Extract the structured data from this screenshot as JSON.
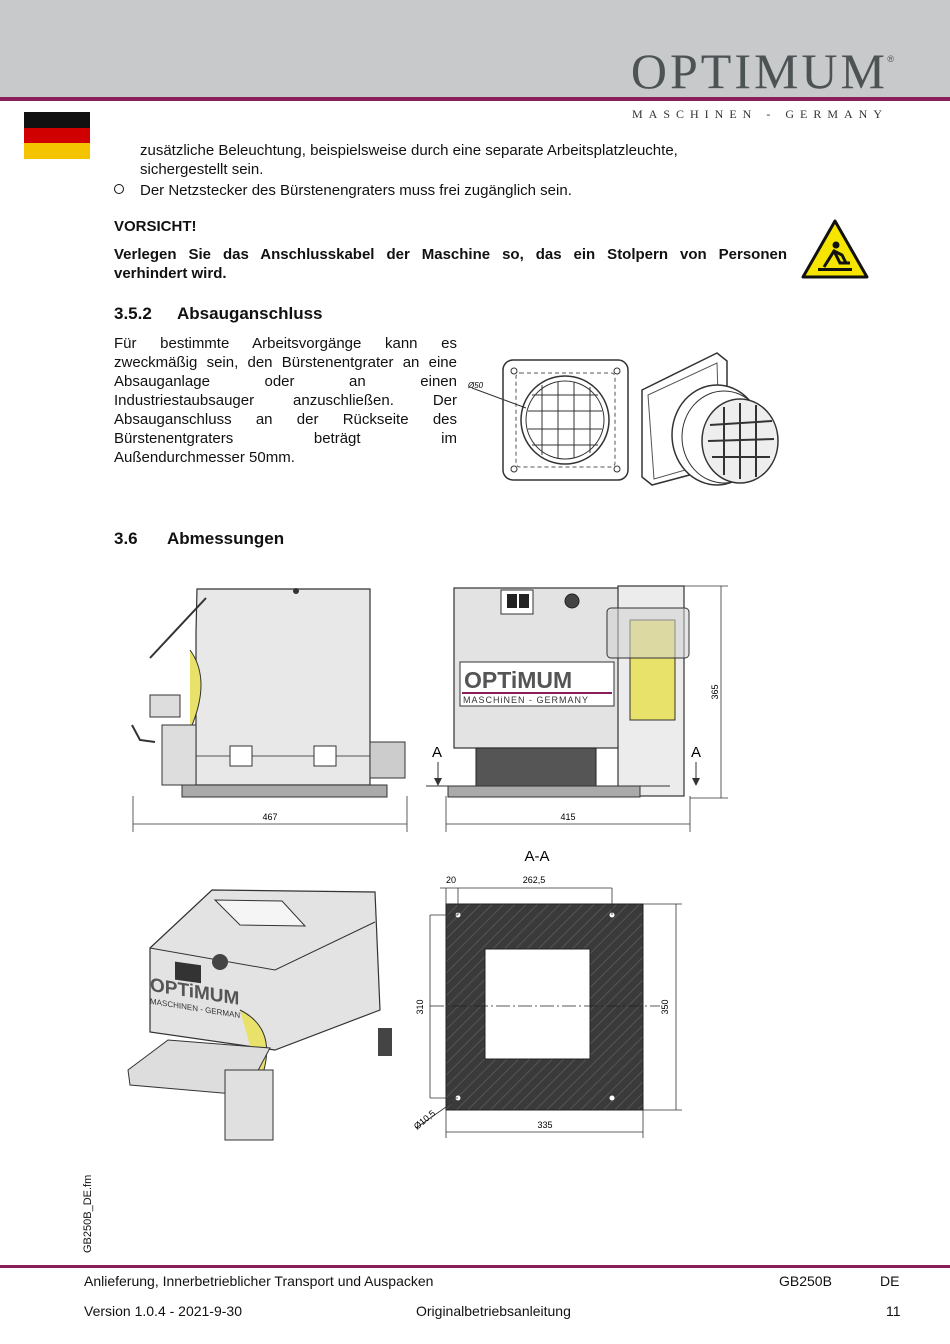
{
  "header": {
    "brand": "OPTIMUM",
    "registered": "®",
    "tagline": "MASCHINEN - GERMANY"
  },
  "colors": {
    "accent": "#8a1e5a",
    "header_bg": "#c7c9ca",
    "logo": "#4d5254",
    "belt": "#e9e26a",
    "warning": "#f5e500"
  },
  "intro": {
    "line1": "zusätzliche Beleuchtung, beispielsweise durch eine separate Arbeitsplatzleuchte,",
    "line2": "sichergestellt sein.",
    "bullet": "Der Netzstecker des Bürstenengraters muss frei zugänglich sein."
  },
  "warning": {
    "title": "VORSICHT!",
    "line1": "Verlegen Sie das Anschlusskabel der Maschine so, das ein Stolpern von Personen",
    "line2": "verhindert wird.",
    "icon": "trip-hazard-icon"
  },
  "section_352": {
    "number": "3.5.2",
    "title": "Absauganschluss",
    "lines": [
      "Für bestimmte Arbeitsvorgänge kann es",
      "zweckmäßig sein, den Bürstenentgrater an eine",
      "Absauganlage oder an einen",
      "Industriestaubsauger anzuschließen. Der",
      "Absauganschluss an der Rückseite des",
      "Bürstenentgraters beträgt im",
      "Außendurchmesser 50mm."
    ],
    "diameter_label": "Ø50"
  },
  "section_36": {
    "number": "3.6",
    "title": "Abmessungen"
  },
  "drawing": {
    "side_width": "467",
    "front_width": "415",
    "height": "365",
    "section_mark": "A",
    "front_logo": "OPTiMUM",
    "front_logo_sub": "MASCHiNEN - GERMANY",
    "iso_logo": "OPTiMUM",
    "iso_logo_sub": "MASCHINEN - GERMANY",
    "section_title": "A-A",
    "dim_20": "20",
    "dim_2625": "262,5",
    "dim_310": "310",
    "dim_350": "350",
    "dim_335": "335",
    "dim_hole": "Ø10,5"
  },
  "side_label": "GB250B_DE.fm",
  "footer": {
    "chapter": "Anlieferung, Innerbetrieblicher Transport und Auspacken",
    "model": "GB250B",
    "lang": "DE",
    "version": "Version 1.0.4 - 2021-9-30",
    "doc": "Originalbetriebsanleitung",
    "page": "11"
  }
}
